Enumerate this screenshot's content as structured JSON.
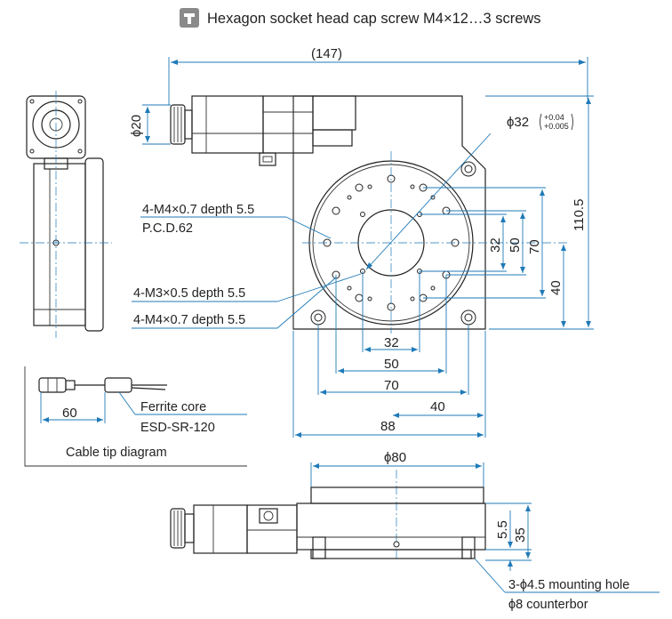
{
  "header": {
    "icon": "hex-wrench-icon",
    "note": "Hexagon socket head cap screw M4×12…3 screws"
  },
  "dimensions": {
    "overall_length": "(147)",
    "phi20": "ϕ20",
    "phi32": "ϕ32",
    "phi32_tol_upper": "+0.04",
    "phi32_tol_lower": "+0.005",
    "height_110_5": "110.5",
    "v70": "70",
    "v50": "50",
    "v32": "32",
    "v40": "40",
    "h32": "32",
    "h50": "50",
    "h70": "70",
    "h40": "40",
    "h88": "88",
    "phi80": "ϕ80",
    "side_5_5": "5.5",
    "side_35": "35",
    "cable_60": "60"
  },
  "callouts": {
    "m4_depth_a": "4-M4×0.7 depth 5.5",
    "pcd": "P.C.D.62",
    "m3_depth": "4-M3×0.5 depth 5.5",
    "m4_depth_b": "4-M4×0.7 depth 5.5",
    "ferrite_core": "Ferrite core",
    "ferrite_part": "ESD-SR-120",
    "cable_tip": "Cable tip diagram",
    "mounting_hole": "3-ϕ4.5 mounting hole",
    "counterbore": "ϕ8 counterbor"
  },
  "colors": {
    "dimension": "#1f7ab8",
    "outline": "#222222",
    "icon_bg": "#8a8a8a"
  }
}
